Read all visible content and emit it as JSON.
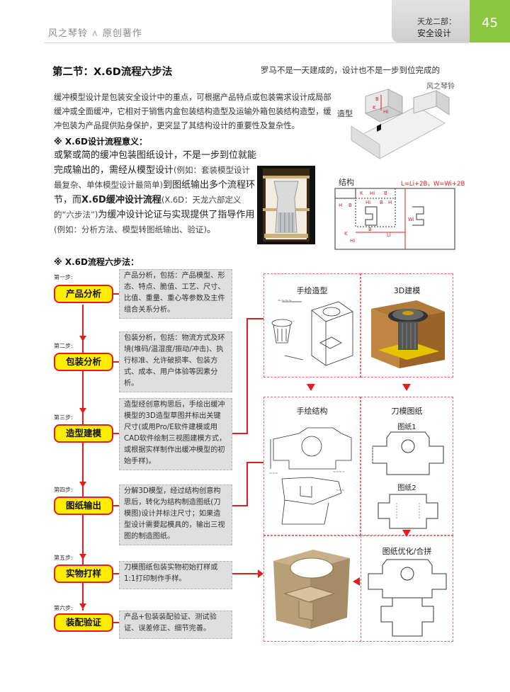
{
  "header": {
    "brand": "风之琴铃",
    "brand_sub": "原创著作",
    "chapter_line1": "天龙二部：",
    "chapter_line2": "安全设计",
    "page_number": "45"
  },
  "section": {
    "title": "第二节：X.6D流程六步法",
    "quote": "罗马不是一天建成的，设计也不是一步到位完成的",
    "quote_author": "风之琴铃",
    "intro": "缓冲模型设计是包装安全设计中的重点，可根据产品特点或包装需求设计成局部缓冲或全面缓冲，它相对于销售内盒包装结构造型及运输外箱包装结构造型，缓冲包装为产品提供贴身保护，更突显了其结构设计的重要性及复杂性。",
    "meaning_heading": "※ X.6D设计流程意义：",
    "meaning_text_1": "或繁或简的缓冲包装图纸设计，不是一步到位就能完成输出的，需经从模型设计",
    "meaning_note_1": "(例如：套装模型设计最复杂、单体模型设计最简单)",
    "meaning_text_2": "到图纸输出多个流程环节，而",
    "meaning_bold": "X.6D缓冲设计流程",
    "meaning_note_2": "(X.6D：天龙六部定义的“六步法”)",
    "meaning_text_3": "为缓冲设计论证与实现提供了指导作用",
    "meaning_note_3": "(例如：分析方法、模型转图纸输出、验证)",
    "meaning_end": "。",
    "steps_heading": "※ X.6D流程六步法："
  },
  "figures": {
    "model_label": "造型",
    "structure_label": "结构",
    "formula": "L=Li+2B，W=Wi+2B",
    "dims": [
      "K",
      "Hi",
      "B",
      "H",
      "B",
      "Hi",
      "B",
      "H",
      "Wi",
      "B",
      "Li",
      "K",
      "Hi"
    ]
  },
  "steps": [
    {
      "num": "第一步:",
      "name": "产品分析",
      "desc": "产品分析，包括：产品模型、形态、特点、脆值、工艺、尺寸、比值、重量、重心等参数及主件组合关系分析。"
    },
    {
      "num": "第二步:",
      "name": "包装分析",
      "desc": "包装分析，包括：物流方式及环境(堆码/温湿度/振动/冲击)、执行标准、允许破损率、包装方式、成本、用户体验等因素分析。"
    },
    {
      "num": "第三步:",
      "name": "造型建模",
      "desc": "造型经创意构思后，手绘出缓冲模型的3D造型草图并标出关键尺寸(或用Pro/E软件建模或用CAD软件绘制三视图建模方式，或根据实样制作出缓冲模型的初始手样)。"
    },
    {
      "num": "第四步:",
      "name": "图纸输出",
      "desc": "分解3D模型，经过结构创意构思后，转化为结构制造图纸(刀模图)设计并标注尺寸；如果造型设计需要起模具的，输出三视图的制造图纸。"
    },
    {
      "num": "第五步:",
      "name": "实物打样",
      "desc": "刀模图纸包装实物初始打样或1:1打印制作手样。"
    },
    {
      "num": "第六步:",
      "name": "装配验证",
      "desc": "产品+包装装配验证、测试验证、误差修正、细节完善。"
    }
  ],
  "panels": {
    "hand_model": "手绘造型",
    "model_3d": "3D建模",
    "hand_structure": "手绘结构",
    "die_drawing": "刀模图纸",
    "drawing_1": "图纸1",
    "drawing_2": "图纸2",
    "optimize": "图纸优化/合拼"
  }
}
